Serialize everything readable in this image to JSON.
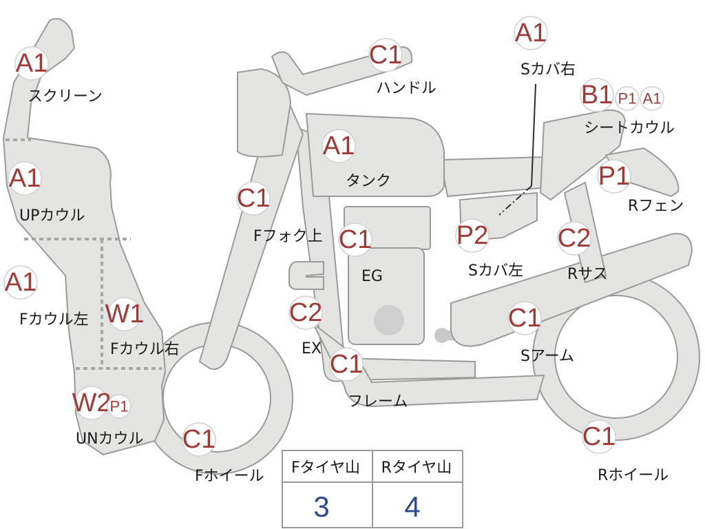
{
  "parts": {
    "screen": {
      "label": "スクリーン",
      "grade": "A1"
    },
    "up_cowl": {
      "label": "UPカウル",
      "grade": "A1"
    },
    "f_cowl_left": {
      "label": "Fカウル左",
      "grade": "A1"
    },
    "f_cowl_right": {
      "label": "Fカウル右",
      "grade": "W1"
    },
    "un_cowl": {
      "label": "UNカウル",
      "grade": "W2",
      "grade2": "P1"
    },
    "f_wheel": {
      "label": "Fホイール",
      "grade": "C1"
    },
    "f_fork_upper": {
      "label": "Fフォク上",
      "grade": "C1"
    },
    "handle": {
      "label": "ハンドル",
      "grade": "C1"
    },
    "tank": {
      "label": "タンク",
      "grade": "A1"
    },
    "eg": {
      "label": "EG",
      "grade": "C1"
    },
    "ex": {
      "label": "EX",
      "grade": "C2"
    },
    "frame": {
      "label": "フレーム",
      "grade": "C1"
    },
    "s_cover_left": {
      "label": "Sカバ左",
      "grade": "P2"
    },
    "s_cover_right": {
      "label": "Sカバ右",
      "grade": "A1"
    },
    "seat_cowl": {
      "label": "シートカウル",
      "grade": "B1",
      "grade2": "P1",
      "grade3": "A1"
    },
    "r_fender": {
      "label": "Rフェン",
      "grade": "P1"
    },
    "r_sus": {
      "label": "Rサス",
      "grade": "C2"
    },
    "s_arm": {
      "label": "Sアーム",
      "grade": "C1"
    },
    "r_wheel": {
      "label": "Rホイール",
      "grade": "C1"
    }
  },
  "tire_table": {
    "front_header": "Fタイヤ山",
    "rear_header": "Rタイヤ山",
    "front_value": "3",
    "rear_value": "4"
  }
}
